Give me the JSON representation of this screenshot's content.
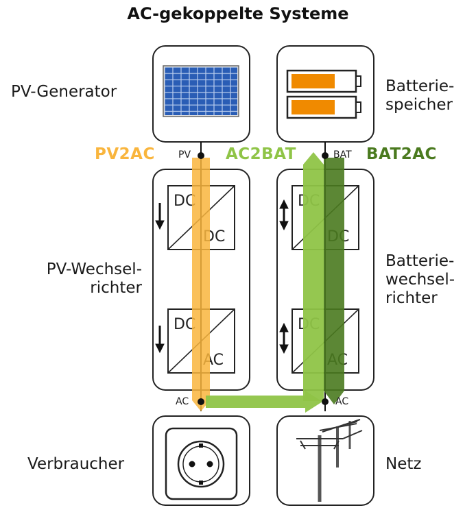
{
  "title": "AC-gekoppelte Systeme",
  "components": {
    "pv_generator": "PV-Generator",
    "battery_storage": [
      "Batterie-",
      "speicher"
    ],
    "pv_inverter": [
      "PV-Wechsel-",
      "richter"
    ],
    "battery_inverter": [
      "Batterie-",
      "wechsel-",
      "richter"
    ],
    "consumer": "Verbraucher",
    "grid": "Netz"
  },
  "flows": {
    "pv2ac": {
      "label": "PV2AC",
      "color": "#f9b53d"
    },
    "ac2bat": {
      "label": "AC2BAT",
      "color": "#8fc447"
    },
    "bat2ac": {
      "label": "BAT2AC",
      "color": "#4a7a1f"
    }
  },
  "ports": {
    "pv": "PV",
    "bat": "BAT",
    "ac_left": "AC",
    "ac_right": "AC"
  },
  "converters": {
    "dc": "DC",
    "ac": "AC"
  },
  "colors": {
    "battery_fill": "#f08a00",
    "solar_cell": "#2a5db5",
    "outline": "#222222"
  }
}
